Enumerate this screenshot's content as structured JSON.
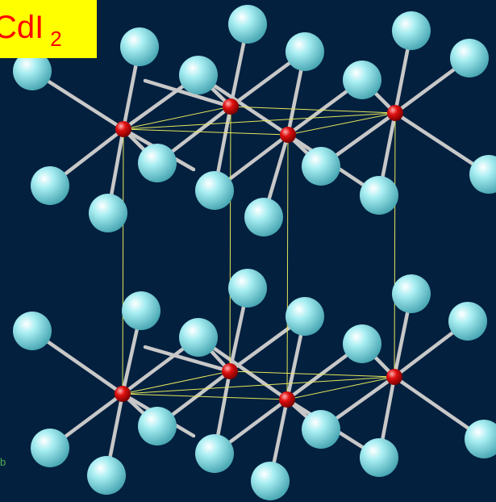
{
  "title": {
    "formula": "CdI",
    "subscript": "2"
  },
  "axis_label": "b",
  "colors": {
    "background": "#03203f",
    "iodine_atom": "#8ee0e6",
    "cadmium_atom": "#e00000",
    "bond": "#c8c8c8",
    "unit_cell_edge": "#e6e65a",
    "title_background": "#ffff00",
    "title_text": "#ff0000"
  }
}
